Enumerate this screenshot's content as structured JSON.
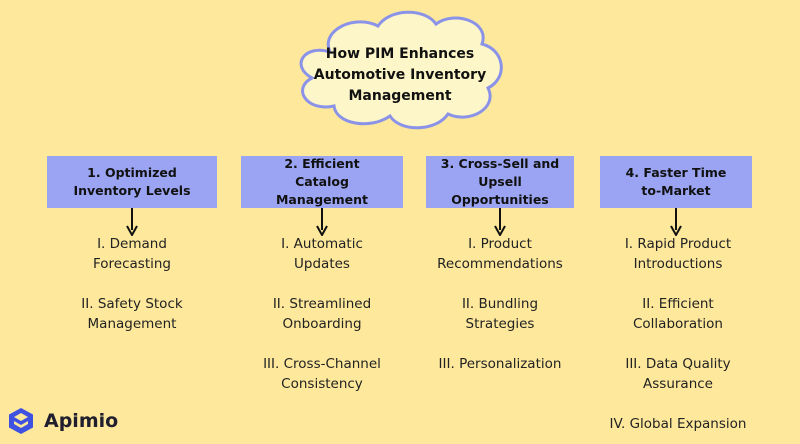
{
  "title_lines": [
    "How PIM Enhances",
    "Automotive Inventory",
    "Management"
  ],
  "colors": {
    "background": "#fde89c",
    "cloud_fill": "#fdf6c8",
    "cloud_stroke": "#8b93e8",
    "box_fill": "#9aa4f2",
    "logo_blue": "#3f51e0"
  },
  "columns": [
    {
      "heading_lines": [
        "1. Optimized",
        "Inventory Levels"
      ],
      "items": [
        [
          "I. Demand",
          "Forecasting"
        ],
        [
          "II. Safety Stock",
          "Management"
        ]
      ]
    },
    {
      "heading_lines": [
        "2. Efficient",
        "Catalog Management"
      ],
      "items": [
        [
          "I. Automatic",
          "Updates"
        ],
        [
          "II. Streamlined",
          "Onboarding"
        ],
        [
          "III. Cross-Channel",
          "Consistency"
        ]
      ]
    },
    {
      "heading_lines": [
        "3. Cross-Sell and",
        "Upsell Opportunities"
      ],
      "items": [
        [
          "I. Product",
          "Recommendations"
        ],
        [
          "II. Bundling",
          "Strategies"
        ],
        [
          "III. Personalization"
        ]
      ]
    },
    {
      "heading_lines": [
        "4. Faster Time",
        "to-Market"
      ],
      "items": [
        [
          "I. Rapid Product",
          "Introductions"
        ],
        [
          "II. Efficient",
          "Collaboration"
        ],
        [
          "III. Data Quality",
          "Assurance"
        ],
        [
          "IV. Global Expansion"
        ]
      ]
    }
  ],
  "logo": {
    "name": "Apimio",
    "icon": "apimio-logo-icon"
  }
}
